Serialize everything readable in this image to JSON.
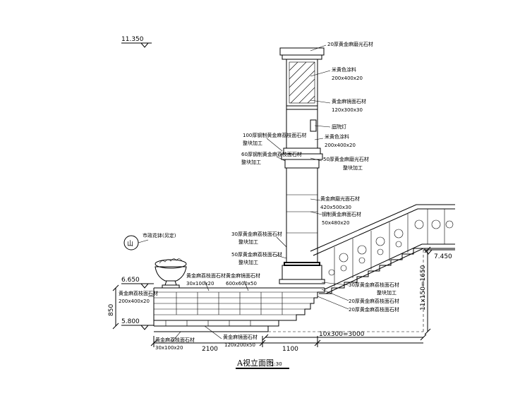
{
  "drawing": {
    "title": "A视立面图",
    "scale": "1:30",
    "levels": {
      "top": "11.350",
      "left_upper": "6.650",
      "left_lower": "5.800",
      "right": "7.450"
    },
    "dimensions": {
      "d850": "850",
      "d2100": "2100",
      "d1100": "1100",
      "d3000": "10x300=3000",
      "d1650": "11x150=1650"
    },
    "callouts": {
      "c1": "20厚黄金麻磨光石材",
      "c2": "米黄色涂料",
      "c3": "200x400x20",
      "c4": "黄金麻镜面石材",
      "c5": "120x300x30",
      "c6": "庭院灯",
      "c7": "米黄色涂料",
      "c8": "200x400x20",
      "c9": "100厚钢制黄金麻荔枝面石材",
      "c10": "整块加工",
      "c11": "60厚钢制黄金麻荔枝面石材",
      "c12": "整块加工",
      "c13": "50厚黄金麻磨光石材",
      "c14": "整块加工",
      "c15": "黄金麻磨光面石材",
      "c16": "420x500x30",
      "c17": "钢制黄金麻面石材",
      "c18": "50x480x20",
      "c19": "30厚黄金麻荔枝面石材",
      "c20": "整块加工",
      "c21": "50厚黄金麻荔枝面石材",
      "c22": "整块加工",
      "c23": "市政花钵(另定)",
      "c24": "黄金麻荔枝面石材",
      "c25": "30x100x20",
      "c26": "黄金麻镜面石材",
      "c27": "600x600x50",
      "c28": "黄金麻荔枝面石材",
      "c29": "200x400x20",
      "c30": "30厚黄金麻荔枝面石材",
      "c31": "整块加工",
      "c32": "20厚黄金麻荔枝面石材",
      "c33": "20厚黄金麻荔枝面石材",
      "c34": "黄金麻荔枝面石材",
      "c35": "30x100x20",
      "c36": "黄金麻镜面石材",
      "c37": "120x200x50"
    },
    "symbol_label": "山"
  }
}
